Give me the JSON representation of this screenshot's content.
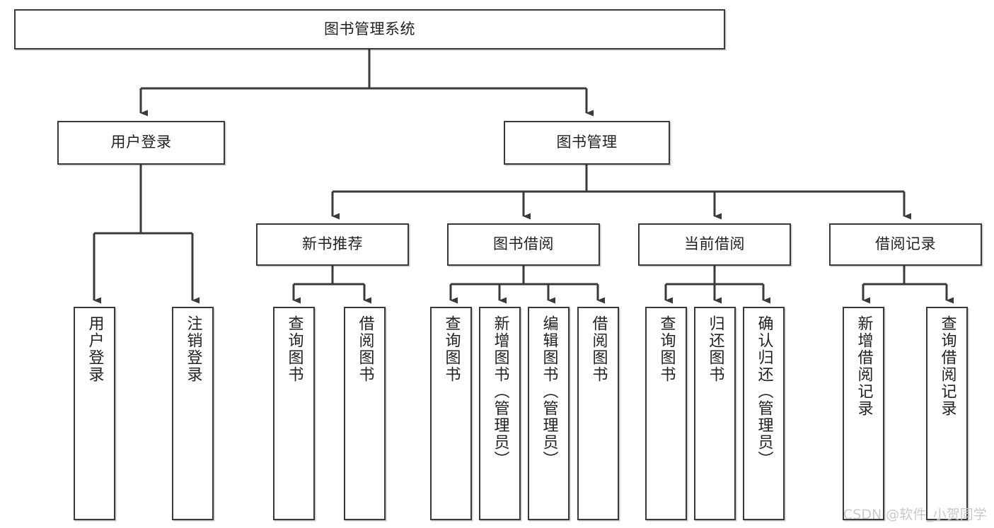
{
  "diagram": {
    "type": "tree-hierarchy",
    "title": "图书管理系统",
    "watermark": "CSDN @软件_小贺同学",
    "colors": {
      "box_border": "#3a3a3a",
      "box_fill": "#ffffff",
      "connector": "#3a3a3a",
      "text": "#222222",
      "watermark": "#c9c9c9",
      "background": "#ffffff"
    },
    "levels": [
      {
        "level": 1,
        "nodes": [
          {
            "id": "root",
            "label": "图书管理系统",
            "orientation": "horizontal"
          }
        ]
      },
      {
        "level": 2,
        "nodes": [
          {
            "id": "user-login",
            "label": "用户登录",
            "orientation": "horizontal",
            "parent": "root"
          },
          {
            "id": "book-mgmt",
            "label": "图书管理",
            "orientation": "horizontal",
            "parent": "root"
          }
        ]
      },
      {
        "level": 3,
        "nodes": [
          {
            "id": "new-book-rec",
            "label": "新书推荐",
            "orientation": "horizontal",
            "parent": "book-mgmt"
          },
          {
            "id": "book-borrow",
            "label": "图书借阅",
            "orientation": "horizontal",
            "parent": "book-mgmt"
          },
          {
            "id": "current-borrow",
            "label": "当前借阅",
            "orientation": "horizontal",
            "parent": "book-mgmt"
          },
          {
            "id": "borrow-record",
            "label": "借阅记录",
            "orientation": "horizontal",
            "parent": "book-mgmt"
          }
        ]
      },
      {
        "level": 4,
        "nodes": [
          {
            "id": "leaf-user-login",
            "label": "用户登录",
            "orientation": "vertical",
            "parent": "user-login"
          },
          {
            "id": "leaf-user-logout",
            "label": "注销登录",
            "orientation": "vertical",
            "parent": "user-login"
          },
          {
            "id": "leaf-query-book-1",
            "label": "查询图书",
            "orientation": "vertical",
            "parent": "new-book-rec"
          },
          {
            "id": "leaf-borrow-book-1",
            "label": "借阅图书",
            "orientation": "vertical",
            "parent": "new-book-rec"
          },
          {
            "id": "leaf-query-book-2",
            "label": "查询图书",
            "orientation": "vertical",
            "parent": "book-borrow"
          },
          {
            "id": "leaf-add-book",
            "label": "新增图书（管理员）",
            "orientation": "vertical",
            "parent": "book-borrow"
          },
          {
            "id": "leaf-edit-book",
            "label": "编辑图书（管理员）",
            "orientation": "vertical",
            "parent": "book-borrow"
          },
          {
            "id": "leaf-borrow-book-2",
            "label": "借阅图书",
            "orientation": "vertical",
            "parent": "book-borrow"
          },
          {
            "id": "leaf-query-book-3",
            "label": "查询图书",
            "orientation": "vertical",
            "parent": "current-borrow"
          },
          {
            "id": "leaf-return-book",
            "label": "归还图书",
            "orientation": "vertical",
            "parent": "current-borrow"
          },
          {
            "id": "leaf-confirm-return",
            "label": "确认归还（管理员）",
            "orientation": "vertical",
            "parent": "current-borrow"
          },
          {
            "id": "leaf-add-record",
            "label": "新增借阅记录",
            "orientation": "vertical",
            "parent": "borrow-record"
          },
          {
            "id": "leaf-query-record",
            "label": "查询借阅记录",
            "orientation": "vertical",
            "parent": "borrow-record"
          }
        ]
      }
    ]
  }
}
